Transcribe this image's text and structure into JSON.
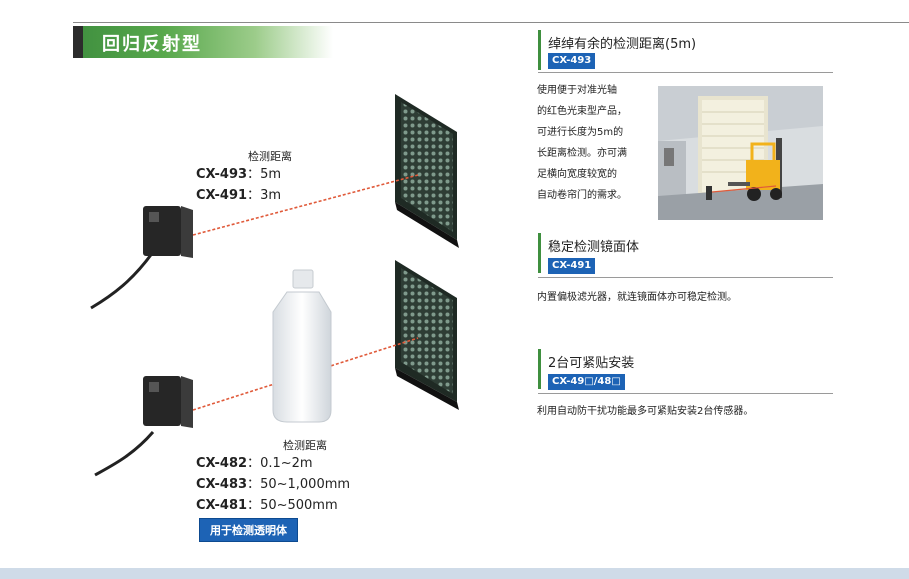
{
  "header": {
    "title": "回归反射型"
  },
  "diagram": {
    "top": {
      "distance_label": "检测距离",
      "specs": [
        {
          "model": "CX-493",
          "value": "5m"
        },
        {
          "model": "CX-491",
          "value": "3m"
        }
      ]
    },
    "bottom": {
      "distance_label": "检测距离",
      "specs": [
        {
          "model": "CX-482",
          "value": "0.1~2m"
        },
        {
          "model": "CX-483",
          "value": "50~1,000mm"
        },
        {
          "model": "CX-481",
          "value": "50~500mm"
        }
      ],
      "badge": "用于检测透明体"
    },
    "separator": "："
  },
  "features": [
    {
      "title": "绰绰有余的检测距离(5m)",
      "model": "CX-493",
      "lines": [
        "使用便于对准光轴",
        "的红色光束型产品，",
        "可进行长度为5m的",
        "长距离检测。亦可满",
        "足横向宽度较宽的",
        "自动卷帘门的需求。"
      ]
    },
    {
      "title": "稳定检测镜面体",
      "model": "CX-491",
      "lines": [
        "内置偏极滤光器，就连镜面体亦可稳定检测。"
      ]
    },
    {
      "title": "2台可紧贴安装",
      "model": "CX-49□/48□",
      "lines": [
        "利用自动防干扰功能最多可紧贴安装2台传感器。"
      ]
    }
  ],
  "colors": {
    "banner_green": "#58a84c",
    "tag_blue": "#1d63b5",
    "beam_red": "#e05a3a",
    "bottom_band": "#cfdbe8"
  }
}
